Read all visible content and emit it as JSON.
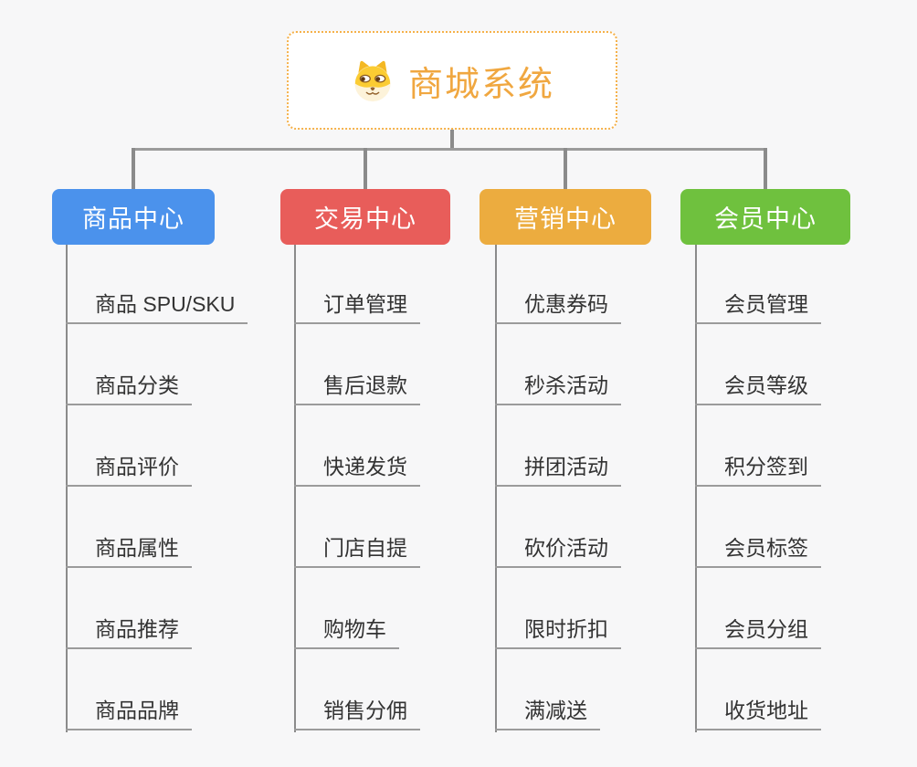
{
  "root": {
    "label": "商城系统",
    "icon": "shiba-dog-icon",
    "accent_color": "#f0a740",
    "border_color": "#f5b14a"
  },
  "connector_color": "#8b8b8b",
  "branches": [
    {
      "label": "商品中心",
      "color": "#4b92ec",
      "items": [
        "商品 SPU/SKU",
        "商品分类",
        "商品评价",
        "商品属性",
        "商品推荐",
        "商品品牌"
      ]
    },
    {
      "label": "交易中心",
      "color": "#e85d5a",
      "items": [
        "订单管理",
        "售后退款",
        "快递发货",
        "门店自提",
        "购物车",
        "销售分佣"
      ]
    },
    {
      "label": "营销中心",
      "color": "#ecac3f",
      "items": [
        "优惠券码",
        "秒杀活动",
        "拼团活动",
        "砍价活动",
        "限时折扣",
        "满减送"
      ]
    },
    {
      "label": "会员中心",
      "color": "#6fc13e",
      "items": [
        "会员管理",
        "会员等级",
        "积分签到",
        "会员标签",
        "会员分组",
        "收货地址"
      ]
    }
  ]
}
